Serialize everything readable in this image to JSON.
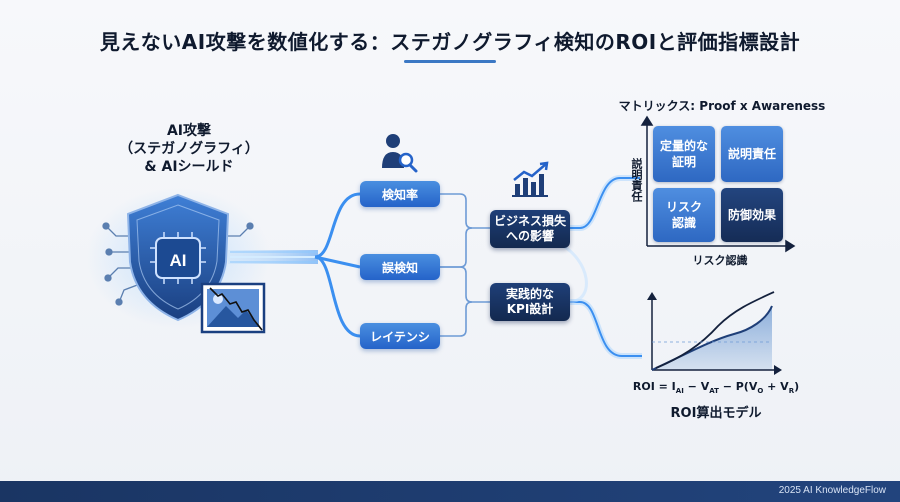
{
  "title": "見えないAI攻撃を数値化する：ステガノグラフィ検知のROIと評価指標設計",
  "ai_block": {
    "line1": "AI攻撃",
    "line2": "（ステガノグラフィ）",
    "line3": "& AIシールド",
    "shield_text": "AI"
  },
  "metrics": {
    "detection": "検知率",
    "false_positive": "誤検知",
    "latency": "レイテンシ"
  },
  "outcomes": {
    "business_loss_1": "ビジネス損失",
    "business_loss_2": "への影響",
    "kpi_1": "実践的な",
    "kpi_2": "KPI設計"
  },
  "matrix": {
    "title": "マトリックス: Proof x Awareness",
    "y_axis": "説明責任",
    "x_axis": "リスク認識",
    "cells": {
      "top_left_1": "定量的な",
      "top_left_2": "証明",
      "top_right": "説明責任",
      "bottom_left_1": "リスク",
      "bottom_left_2": "認識",
      "bottom_right": "防御効果"
    }
  },
  "roi": {
    "f_roi": "ROI = I",
    "f_sub_ai": "AI",
    "f_minus_v": " − V",
    "f_sub_at": "AT",
    "f_p": " − P(V",
    "f_sub_o": "O",
    "f_plus": " + V",
    "f_sub_r": "R",
    "f_close": ")",
    "title": "ROI算出モデル"
  },
  "footer": "2025 AI KnowledgeFlow",
  "colors": {
    "primary": "#2563c9",
    "dark": "#13294f",
    "accent": "#3b78c4"
  },
  "icons": [
    "shield-icon",
    "image-icon",
    "user-search-icon",
    "chart-trend-icon"
  ]
}
